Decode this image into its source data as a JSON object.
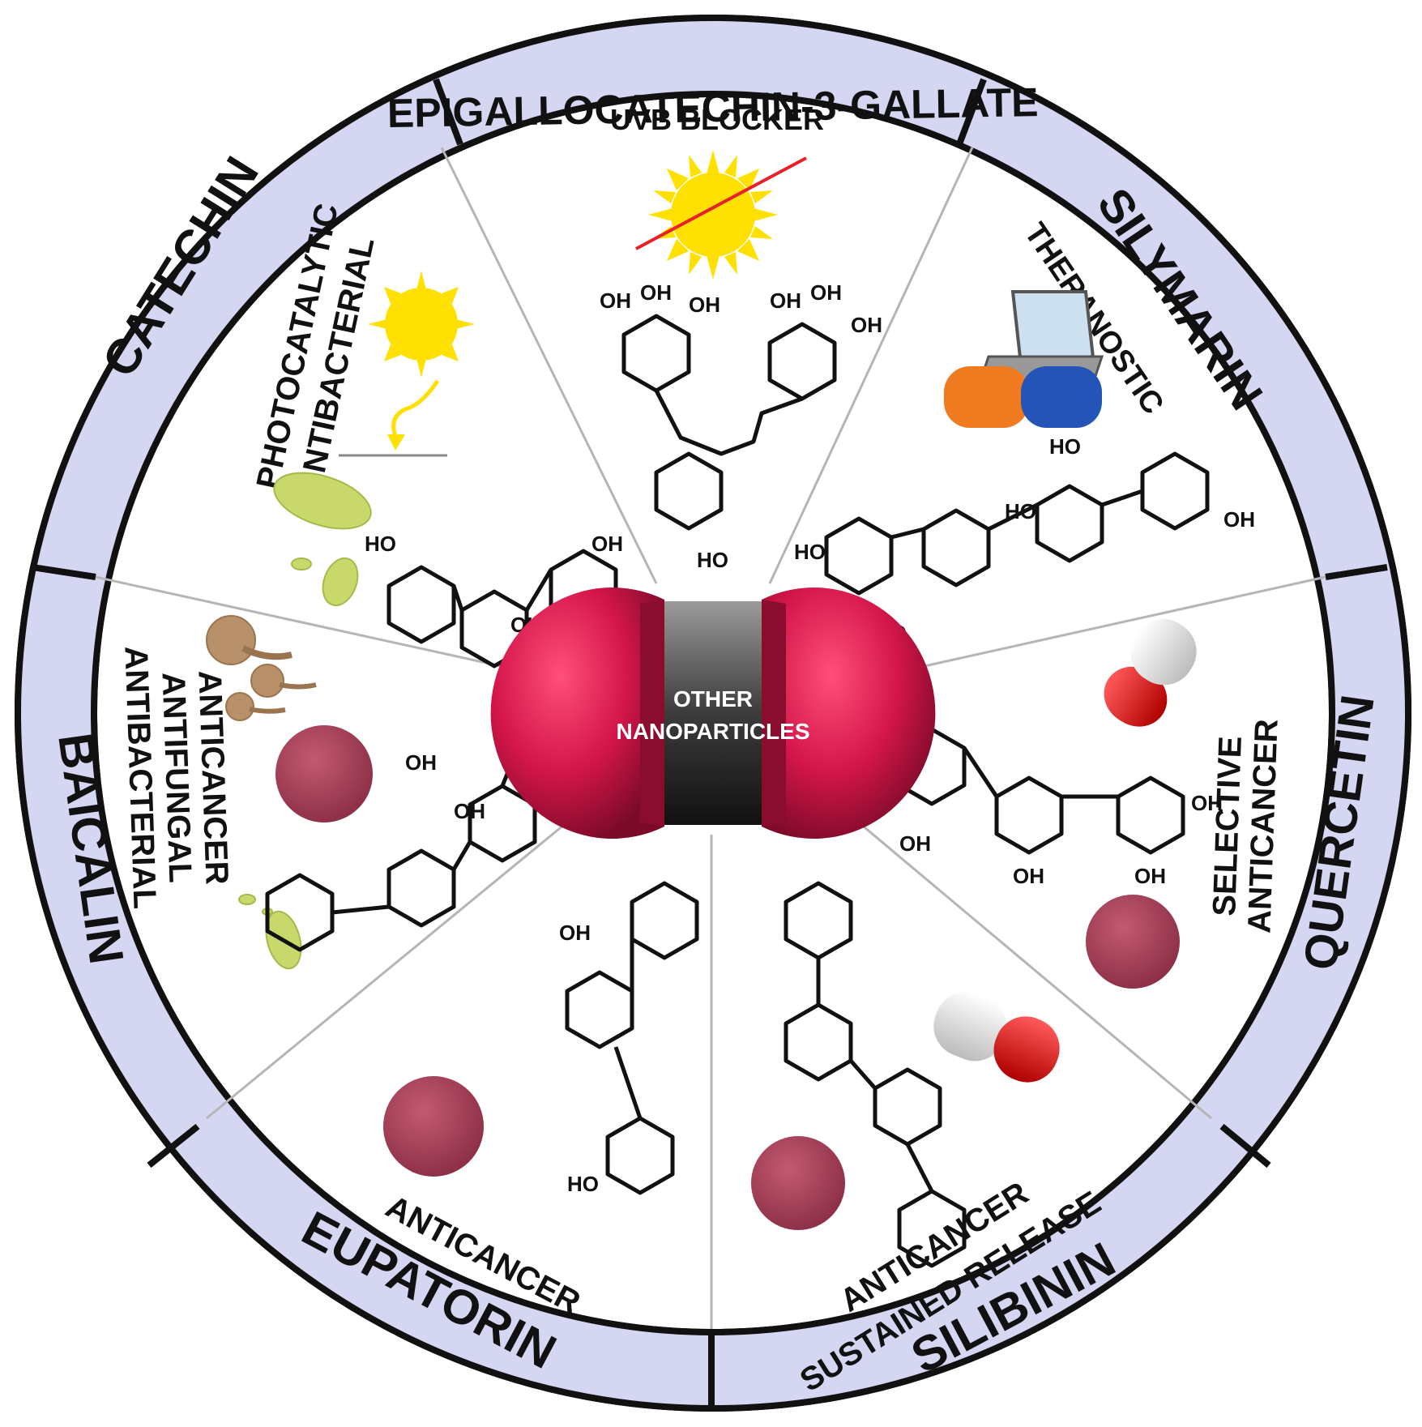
{
  "center": {
    "line1": "OTHER",
    "line2": "NANOPARTICLES"
  },
  "compounds": {
    "egcg": "EPIGALLOCATECHIN-3-GALLATE",
    "silymarin": "SILYMARIN",
    "quercetin": "QUERCETIN",
    "silibinin": "SILIBININ",
    "eupatorin": "EUPATORIN",
    "baicalin": "BAICALIN",
    "catechin": "CATECHIN"
  },
  "applications": {
    "egcg": [
      "UVB BLOCKER"
    ],
    "silymarin": [
      "THERANOSTIC"
    ],
    "quercetin": [
      "SELECTIVE",
      "ANTICANCER"
    ],
    "silibinin": [
      "ANTICANCER",
      "SUSTAINED RELEASE"
    ],
    "eupatorin": [
      "ANTICANCER"
    ],
    "baicalin": [
      "ANTICANCER",
      "ANTIFUNGAL",
      "ANTIBACTERIAL"
    ],
    "catechin": [
      "PHOTOCATALYTIC",
      "ANTIBACTERIAL"
    ]
  },
  "chem_labels": {
    "oh": "OH",
    "ho": "HO",
    "o": "O",
    "methoxy": "O"
  },
  "colors": {
    "ring_fill": "#d4d6f2",
    "ring_stroke": "#111111",
    "divider": "#b5b5b5",
    "nanoparticle_red": "#d4164a",
    "nanoparticle_dark": "#6a0a22",
    "nanoparticle_core": "#555555",
    "sun": "#ffe000",
    "uv_line": "#e8202a",
    "tumor": "#a8455c",
    "bacteria": "#c8d86a",
    "fungus": "#b8906a",
    "capsule_red": "#e01818",
    "capsule_white": "#f4f4f4",
    "capsule_orange": "#f07a20",
    "capsule_blue": "#2454b8"
  },
  "icons": [
    "sun-icon",
    "uv-blocked-sun-icon",
    "bacteria-icon",
    "fungus-icon",
    "tumor-cell-icon",
    "capsule-icon",
    "laptop-icon",
    "nanoparticle-icon"
  ]
}
